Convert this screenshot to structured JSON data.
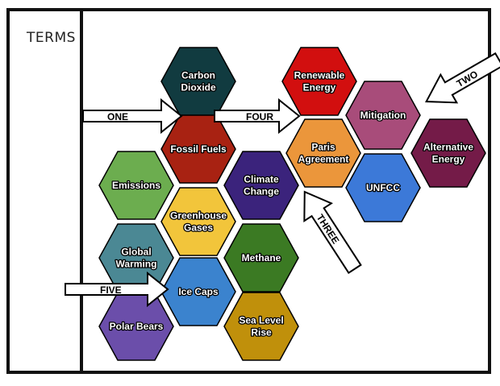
{
  "sidebar": {
    "title": "TERMS"
  },
  "arrows": {
    "one": "ONE",
    "two": "TWO",
    "three": "THREE",
    "four": "FOUR",
    "five": "FIVE"
  },
  "hexagons": [
    {
      "id": "carbon-dioxide",
      "lines": [
        "Carbon",
        "Dioxide"
      ],
      "color": "#113B40"
    },
    {
      "id": "fossil-fuels",
      "lines": [
        "Fossil Fuels"
      ],
      "color": "#A82212"
    },
    {
      "id": "emissions",
      "lines": [
        "Emissions"
      ],
      "color": "#6CAD4F"
    },
    {
      "id": "climate-change",
      "lines": [
        "Climate",
        "Change"
      ],
      "color": "#3B237C"
    },
    {
      "id": "greenhouse-gases",
      "lines": [
        "Greenhouse",
        "Gases"
      ],
      "color": "#F2C53B"
    },
    {
      "id": "global-warming",
      "lines": [
        "Global",
        "Warming"
      ],
      "color": "#4B8894"
    },
    {
      "id": "methane",
      "lines": [
        "Methane"
      ],
      "color": "#3B7A23"
    },
    {
      "id": "ice-caps",
      "lines": [
        "Ice Caps"
      ],
      "color": "#3B83CE"
    },
    {
      "id": "polar-bears",
      "lines": [
        "Polar Bears"
      ],
      "color": "#6B4EAA"
    },
    {
      "id": "sea-level-rise",
      "lines": [
        "Sea Level",
        "Rise"
      ],
      "color": "#C0900B"
    },
    {
      "id": "renewable-energy",
      "lines": [
        "Renewable",
        "Energy"
      ],
      "color": "#D20F0F"
    },
    {
      "id": "mitigation",
      "lines": [
        "Mitigation"
      ],
      "color": "#A84C7A"
    },
    {
      "id": "paris-agreement",
      "lines": [
        "Paris",
        "Agreement"
      ],
      "color": "#EB963B"
    },
    {
      "id": "unfcc",
      "lines": [
        "UNFCC"
      ],
      "color": "#3C79D8"
    },
    {
      "id": "alternative-energy",
      "lines": [
        "Alternative",
        "Energy"
      ],
      "color": "#741B48"
    }
  ]
}
